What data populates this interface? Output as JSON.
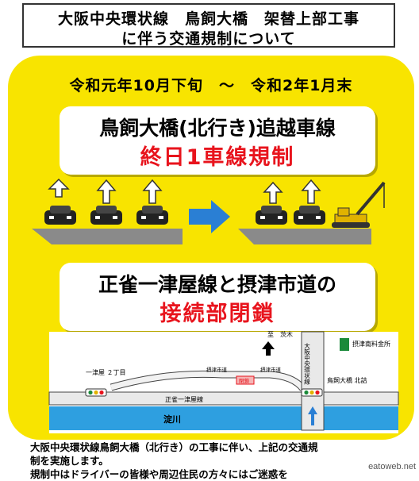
{
  "title": {
    "line1": "大阪中央環状線　鳥飼大橋　架替上部工事",
    "line2": "に伴う交通規制について"
  },
  "period": "令和元年10月下旬　～　令和2年1月末",
  "notice1": {
    "heading": "鳥飼大橋(北行き)追越車線",
    "emphasis": "終日1車線規制"
  },
  "notice2": {
    "heading": "正雀一津屋線と摂津市道の",
    "emphasis": "接続部閉鎖"
  },
  "map": {
    "to_ibaraki": "至　茨木",
    "ring_road": "大阪中央環状線",
    "tollgate": "摂津南料金所",
    "hitotsuya": "一津屋\n２丁目",
    "city_road": "摂津市道",
    "closed": "閉鎖",
    "shojaku_line": "正雀一津屋線",
    "river": "淀川",
    "bridge_north": "鳥飼大橋\n北詰"
  },
  "description": {
    "line1": "大阪中央環状線鳥飼大橋（北行き）の工事に伴い、上記の交通規",
    "line2": "制を実施します。",
    "line3": "規制中はドライバーの皆様や周辺住民の方々にはご迷惑を"
  },
  "watermark": "eatoweb.net",
  "colors": {
    "panel": "#f8e400",
    "accent_red": "#e8141d",
    "arrow_blue": "#2a7fd4",
    "river": "#2e9fe0",
    "tollgate_green": "#1a8a3a"
  }
}
